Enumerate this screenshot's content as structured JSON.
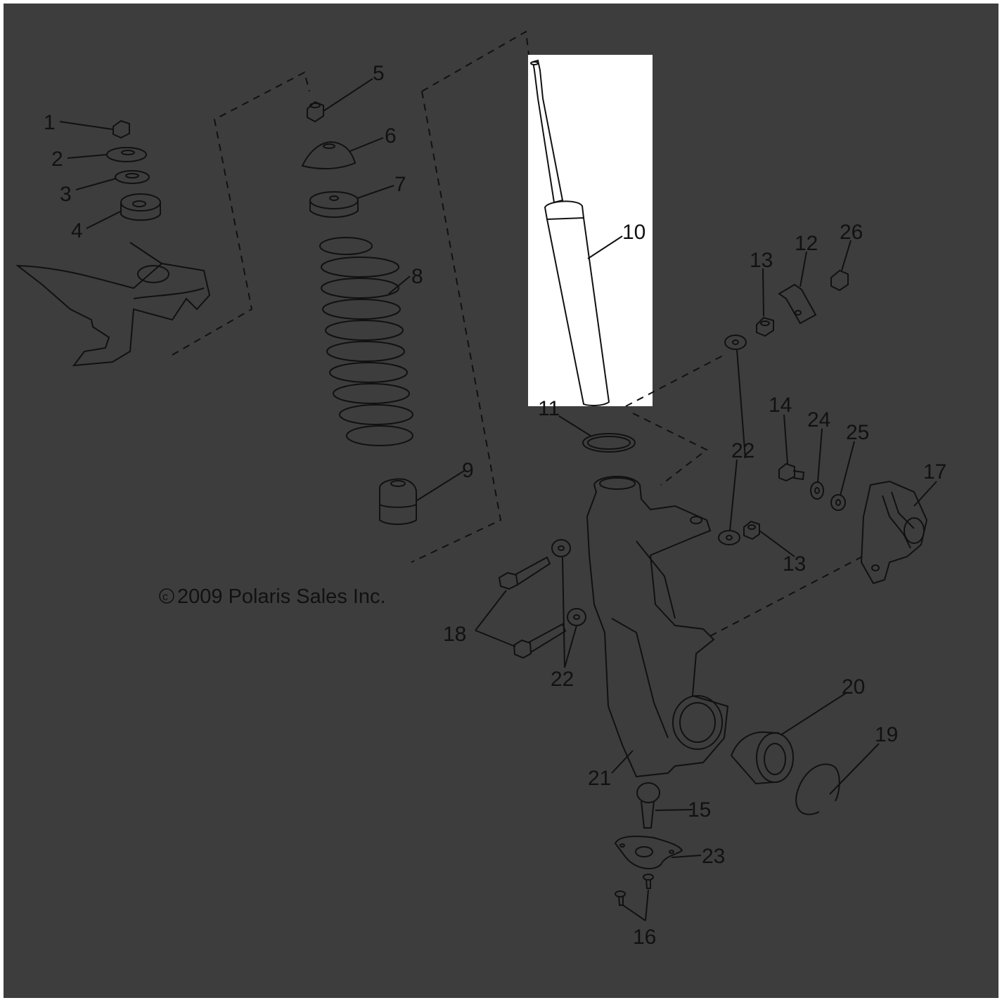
{
  "diagram": {
    "copyright": "2009 Polaris Sales Inc.",
    "copyright_symbol": "c",
    "background_color": "#3d3d3d",
    "highlight_color": "#ffffff",
    "highlighted_part": "10",
    "callouts": [
      "1",
      "2",
      "3",
      "4",
      "5",
      "6",
      "7",
      "8",
      "9",
      "10",
      "11",
      "12",
      "13",
      "13",
      "14",
      "15",
      "16",
      "17",
      "18",
      "19",
      "20",
      "21",
      "22",
      "22",
      "23",
      "24",
      "25",
      "26"
    ]
  }
}
